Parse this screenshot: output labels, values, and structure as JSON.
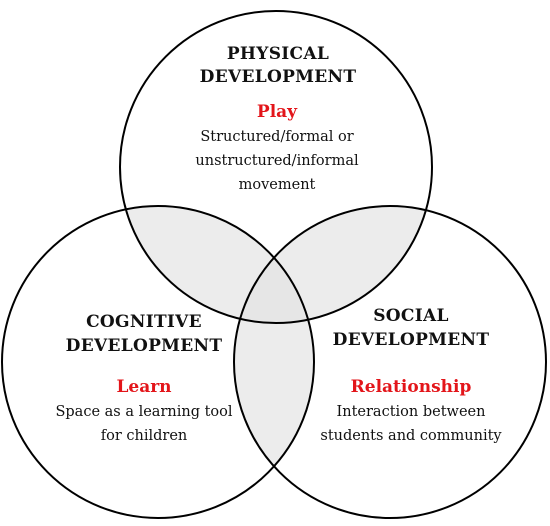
{
  "colors": {
    "background": "#ffffff",
    "outline": "#000000",
    "overlap_fill": "#e6e6e6",
    "heading_text": "#111111",
    "keyword_text": "#e3151a"
  },
  "physical": {
    "heading_line1": "PHYSICAL",
    "heading_line2": "DEVELOPMENT",
    "keyword": "Play",
    "desc_line1": "Structured/formal or",
    "desc_line2": "unstructured/informal",
    "desc_line3": "movement"
  },
  "cognitive": {
    "heading_line1": "COGNITIVE",
    "heading_line2": "DEVELOPMENT",
    "keyword": "Learn",
    "desc_line1": "Space as a learning tool",
    "desc_line2": "for children"
  },
  "social": {
    "heading_line1": "SOCIAL",
    "heading_line2": "DEVELOPMENT",
    "keyword": "Relationship",
    "desc_line1": "Interaction between",
    "desc_line2": "students and community"
  }
}
